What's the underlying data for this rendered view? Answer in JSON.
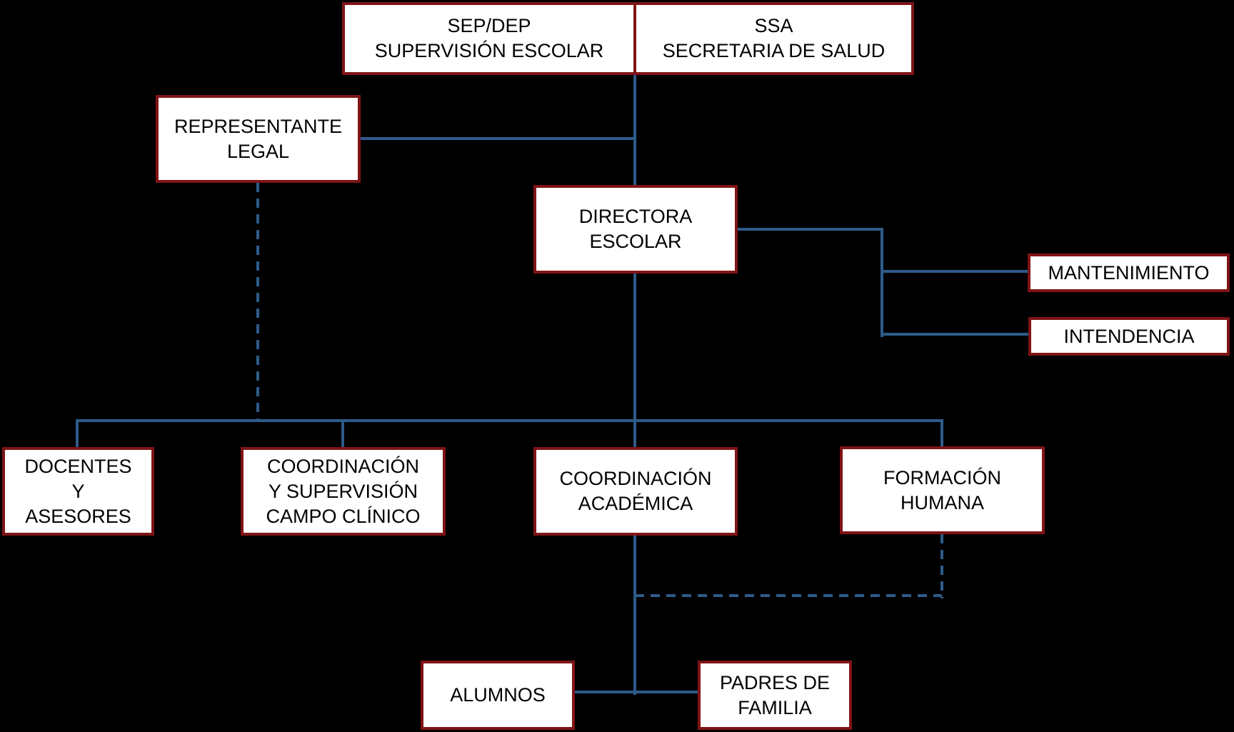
{
  "colors": {
    "background": "#000000",
    "box_fill": "#ffffff",
    "box_border": "#7f1416",
    "line": "#2e5b8a",
    "text": "#000000"
  },
  "nodes": {
    "sep_dep": {
      "lines": [
        "SEP/DEP",
        "SUPERVISIÓN ESCOLAR"
      ]
    },
    "ssa": {
      "lines": [
        "SSA",
        "SECRETARIA DE SALUD"
      ]
    },
    "representante_legal": {
      "lines": [
        "REPRESENTANTE",
        "LEGAL"
      ]
    },
    "directora_escolar": {
      "lines": [
        "DIRECTORA",
        "ESCOLAR"
      ]
    },
    "mantenimiento": {
      "lines": [
        "MANTENIMIENTO"
      ]
    },
    "intendencia": {
      "lines": [
        "INTENDENCIA"
      ]
    },
    "docentes_asesores": {
      "lines": [
        "DOCENTES",
        "Y",
        "ASESORES"
      ]
    },
    "coordinacion_supervision": {
      "lines": [
        "COORDINACIÓN",
        "Y SUPERVISIÓN",
        "CAMPO CLÍNICO"
      ]
    },
    "coordinacion_academica": {
      "lines": [
        "COORDINACIÓN",
        "ACADÉMICA"
      ]
    },
    "formacion_humana": {
      "lines": [
        "FORMACIÓN",
        "HUMANA"
      ]
    },
    "alumnos": {
      "lines": [
        "ALUMNOS"
      ]
    },
    "padres_familia": {
      "lines": [
        "PADRES DE",
        "FAMILIA"
      ]
    }
  },
  "edges": [
    {
      "from": "SEP/DEP SUPERVISIÓN ESCOLAR / SSA SECRETARIA DE SALUD",
      "to": "DIRECTORA ESCOLAR",
      "style": "solid"
    },
    {
      "from": "REPRESENTANTE LEGAL",
      "to": "DIRECTORA ESCOLAR",
      "style": "solid"
    },
    {
      "from": "DIRECTORA ESCOLAR",
      "to": "MANTENIMIENTO",
      "style": "solid"
    },
    {
      "from": "DIRECTORA ESCOLAR",
      "to": "INTENDENCIA",
      "style": "solid"
    },
    {
      "from": "DIRECTORA ESCOLAR",
      "to": "DOCENTES Y ASESORES",
      "style": "solid"
    },
    {
      "from": "DIRECTORA ESCOLAR",
      "to": "COORDINACIÓN Y SUPERVISIÓN CAMPO CLÍNICO",
      "style": "solid"
    },
    {
      "from": "DIRECTORA ESCOLAR",
      "to": "COORDINACIÓN ACADÉMICA",
      "style": "solid"
    },
    {
      "from": "DIRECTORA ESCOLAR",
      "to": "FORMACIÓN HUMANA",
      "style": "solid"
    },
    {
      "from": "REPRESENTANTE LEGAL",
      "to": "DIRECTORA ESCOLAR subordinates connector",
      "style": "dashed"
    },
    {
      "from": "FORMACIÓN HUMANA",
      "to": "COORDINACIÓN ACADÉMICA",
      "style": "dashed"
    },
    {
      "from": "COORDINACIÓN ACADÉMICA",
      "to": "ALUMNOS",
      "style": "solid"
    },
    {
      "from": "COORDINACIÓN ACADÉMICA",
      "to": "PADRES DE FAMILIA",
      "style": "solid"
    }
  ]
}
